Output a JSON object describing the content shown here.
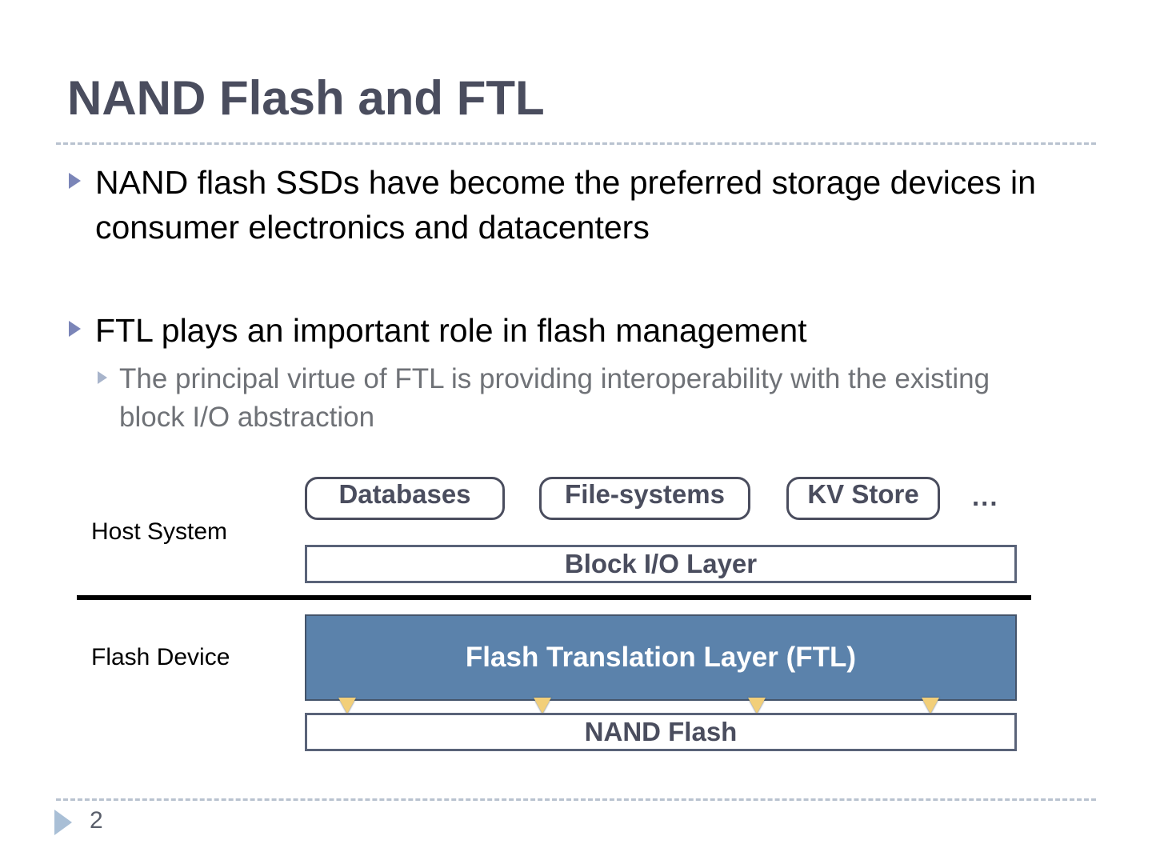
{
  "slide": {
    "title": "NAND Flash and FTL",
    "page_number": "2",
    "accent_title_color": "#4a4d5e",
    "accent_rule_color": "#b8c2cf",
    "ftl_fill_color": "#5b82ab",
    "arrow_color": "#f2cf79"
  },
  "bullets": [
    {
      "level": 1,
      "marker": "triangle-right-bullet-icon",
      "text": "NAND flash SSDs have become the preferred storage devices in consumer electronics and datacenters"
    },
    {
      "level": 1,
      "marker": "triangle-right-bullet-icon",
      "text": "FTL plays an important role in flash management"
    },
    {
      "level": 2,
      "marker": "triangle-right-subbullet-icon",
      "text": "The principal virtue of FTL is providing interoperability with the existing block I/O abstraction"
    }
  ],
  "diagram": {
    "host_label": "Host System",
    "device_label": "Flash Device",
    "applications": [
      {
        "label": "Databases"
      },
      {
        "label": "File-systems"
      },
      {
        "label": "KV Store"
      }
    ],
    "more_applications": "...",
    "block_io_layer": "Block I/O Layer",
    "ftl_layer": "Flash Translation Layer (FTL)",
    "nand_flash": "NAND Flash",
    "channel_arrows": 4
  }
}
